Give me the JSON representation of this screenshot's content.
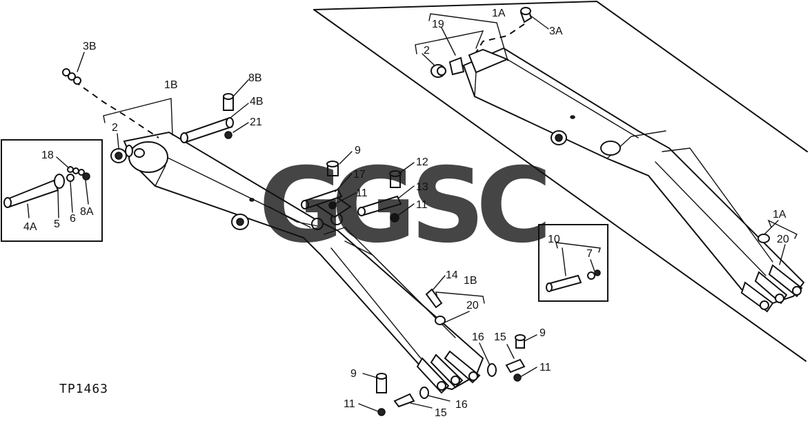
{
  "figure_code": "TP1463",
  "watermark": {
    "letters": [
      {
        "char": "G",
        "color": "#4f8fea"
      },
      {
        "char": "G",
        "color": "#ef6b63"
      },
      {
        "char": "S",
        "color": "#f6d55c"
      },
      {
        "char": "C",
        "color": "#3fa874"
      }
    ]
  },
  "callouts": {
    "l_3b": "3B",
    "l_1b_top": "1B",
    "l_8b": "8B",
    "l_4b": "4B",
    "l_21": "21",
    "l_2_left": "2",
    "l_18": "18",
    "l_4a": "4A",
    "l_5": "5",
    "l_6": "6",
    "l_8a": "8A",
    "l_9_mid": "9",
    "l_17": "17",
    "l_11_mid": "11",
    "l_12": "12",
    "l_13": "13",
    "l_11_mid2": "11",
    "l_14": "14",
    "l_1b_bot": "1B",
    "l_20_bot": "20",
    "l_16_a": "16",
    "l_15_a": "15",
    "l_9_right": "9",
    "l_11_right": "11",
    "l_9_bot": "9",
    "l_11_bot": "11",
    "l_15_bot": "15",
    "l_16_bot": "16",
    "l_1a_top": "1A",
    "l_19": "19",
    "l_2_right": "2",
    "l_3a": "3A",
    "l_1a_right": "1A",
    "l_20_right": "20",
    "l_10": "10",
    "l_7": "7"
  }
}
